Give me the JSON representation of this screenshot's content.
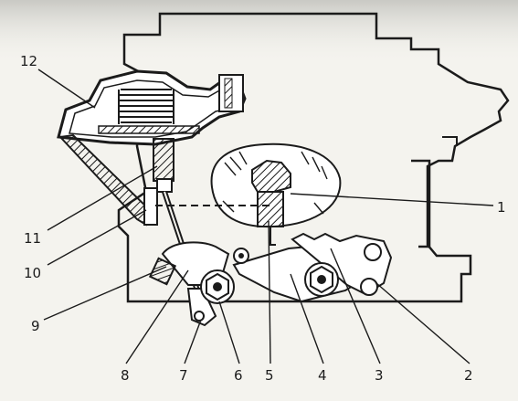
{
  "diagram": {
    "callouts": [
      {
        "id": "12",
        "text": "12"
      },
      {
        "id": "11",
        "text": "11"
      },
      {
        "id": "10",
        "text": "10"
      },
      {
        "id": "9",
        "text": "9"
      },
      {
        "id": "8",
        "text": "8"
      },
      {
        "id": "7",
        "text": "7"
      },
      {
        "id": "6",
        "text": "6"
      },
      {
        "id": "5",
        "text": "5"
      },
      {
        "id": "4",
        "text": "4"
      },
      {
        "id": "3",
        "text": "3"
      },
      {
        "id": "2",
        "text": "2"
      },
      {
        "id": "1",
        "text": "1"
      }
    ],
    "colors": {
      "paper": "#f4f3ee",
      "ink": "#1b1b1b",
      "shade": "#9a9a9a"
    }
  }
}
